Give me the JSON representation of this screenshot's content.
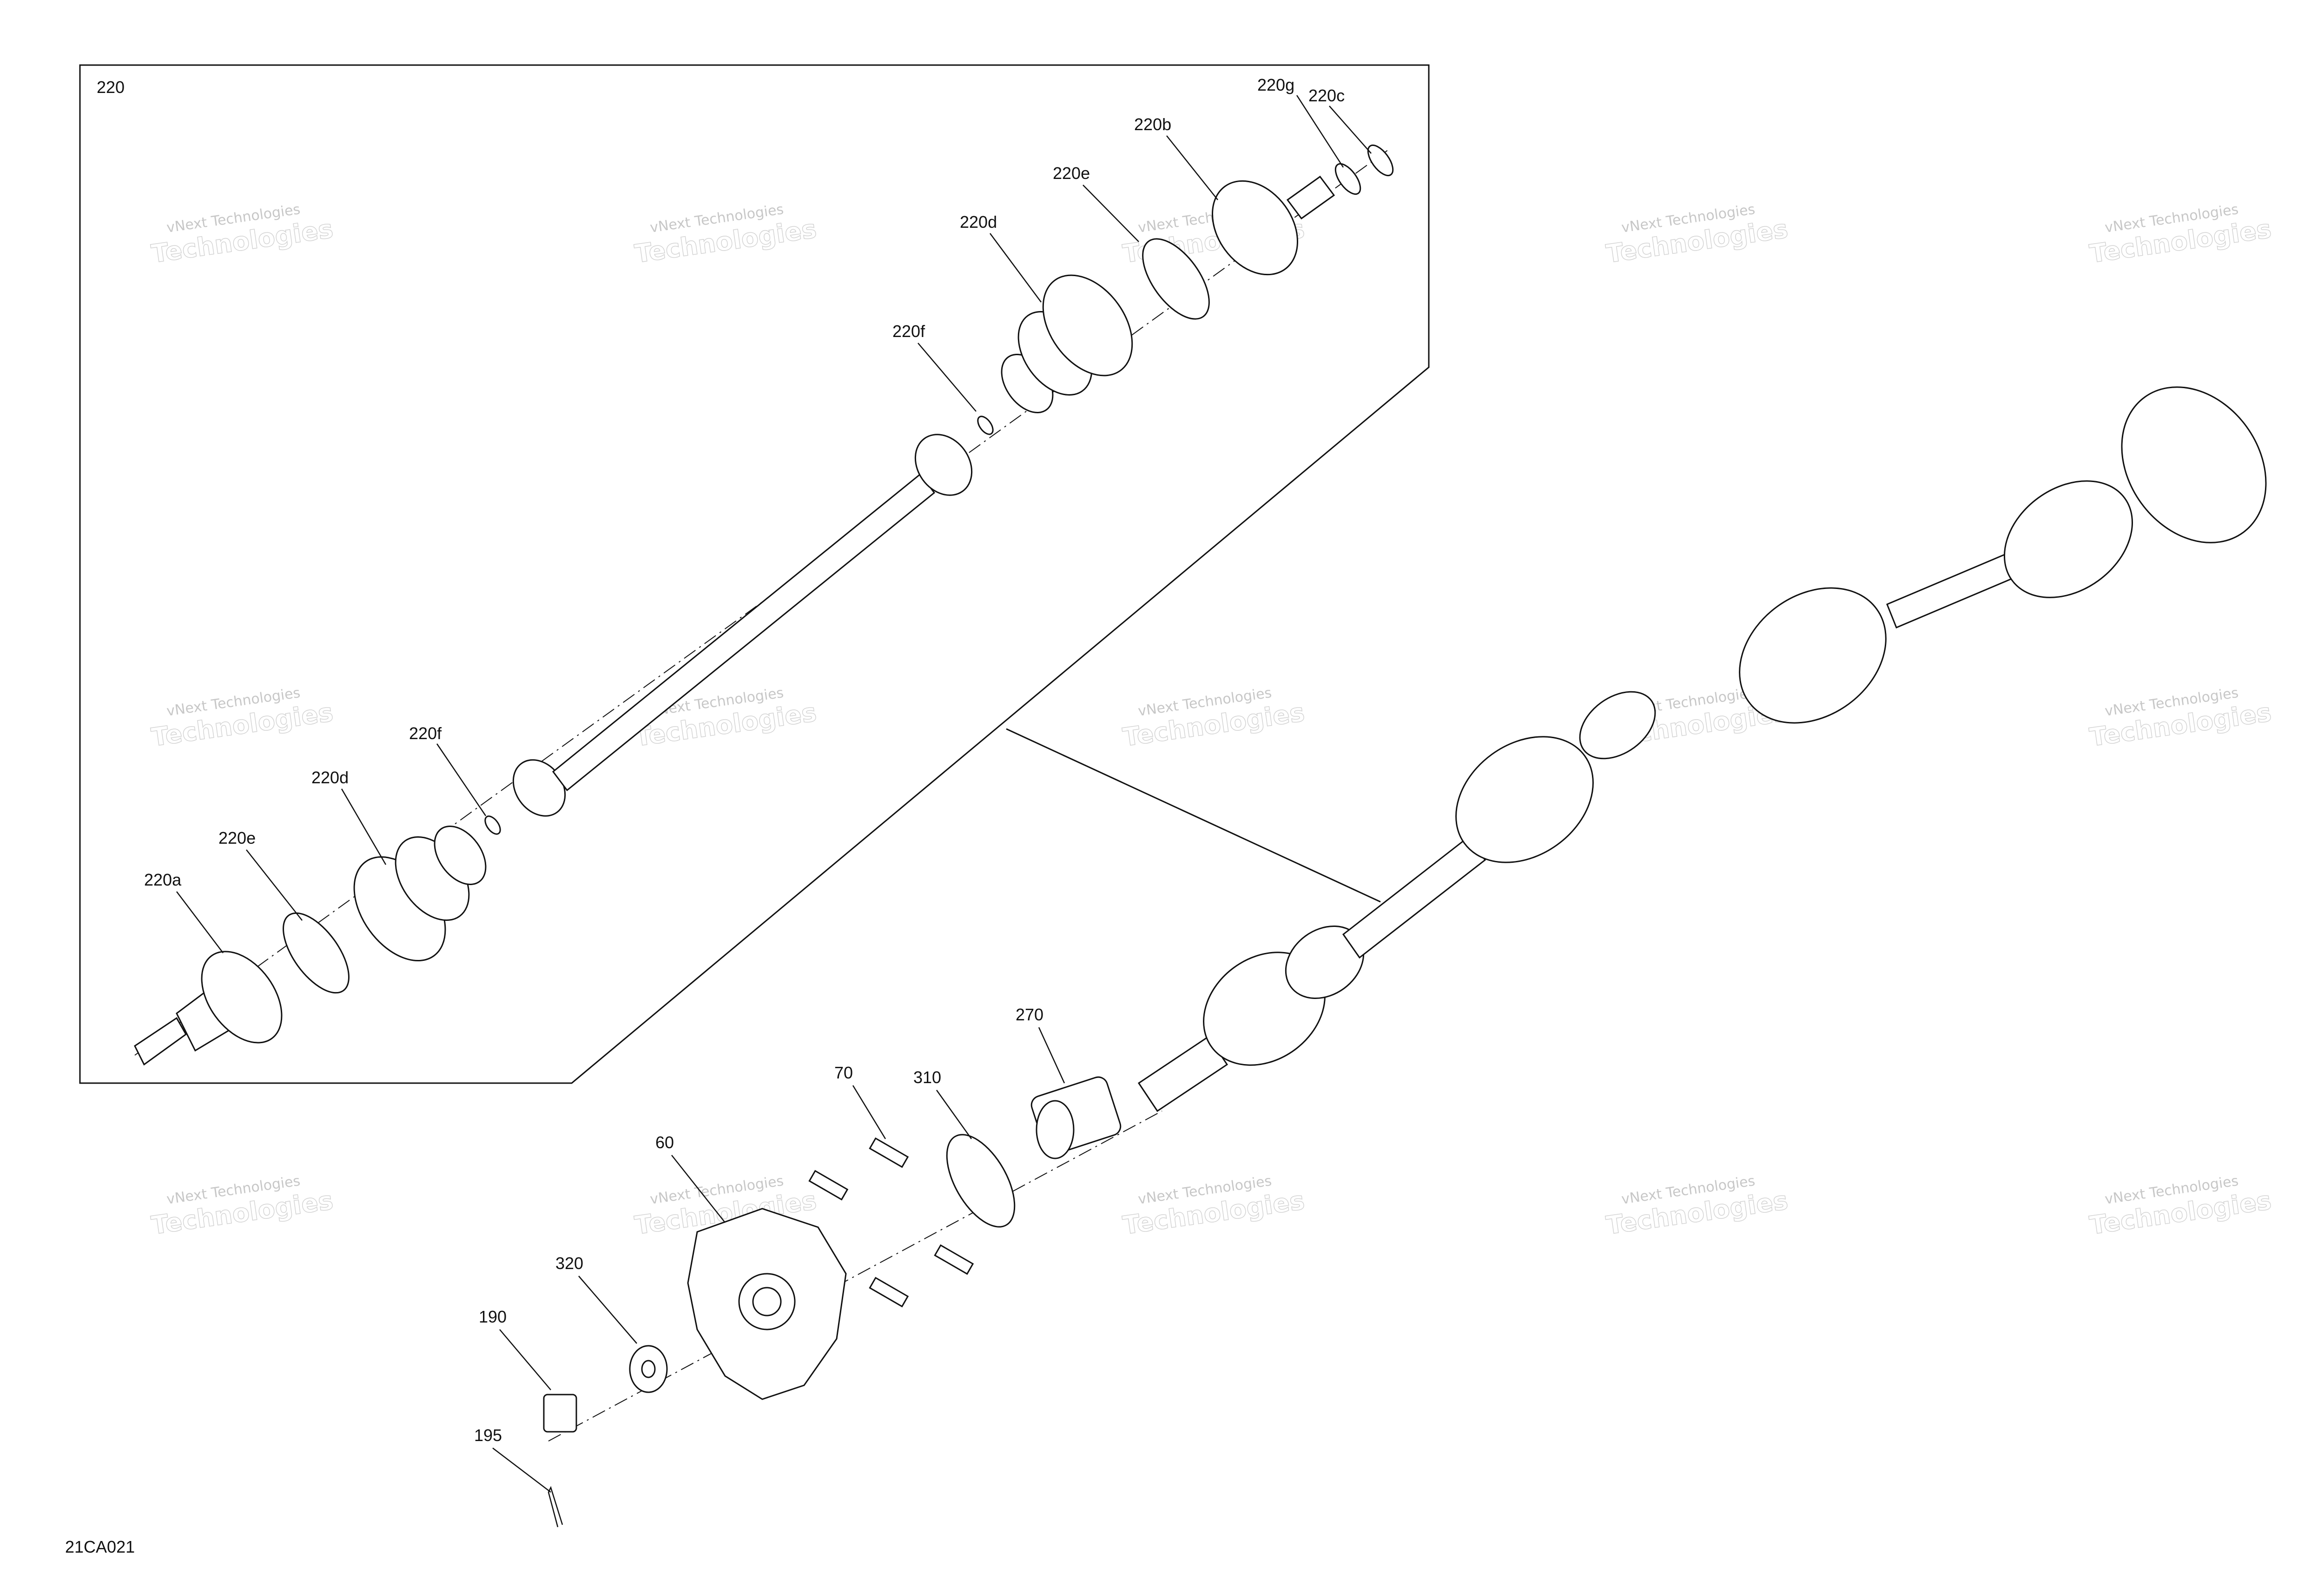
{
  "diagram": {
    "drawing_number": "21CA021",
    "inset_label": "220",
    "watermark_line1": "vNext Technologies",
    "watermark_line2": "Technologies",
    "callouts": {
      "c220g": "220g",
      "c220c": "220c",
      "c220b": "220b",
      "c220e_top": "220e",
      "c220d_top": "220d",
      "c220f_top": "220f",
      "c220f_bottom": "220f",
      "c220d_bottom": "220d",
      "c220e_bottom": "220e",
      "c220a": "220a",
      "c270": "270",
      "c310": "310",
      "c70": "70",
      "c60": "60",
      "c320": "320",
      "c190": "190",
      "c195": "195"
    }
  }
}
